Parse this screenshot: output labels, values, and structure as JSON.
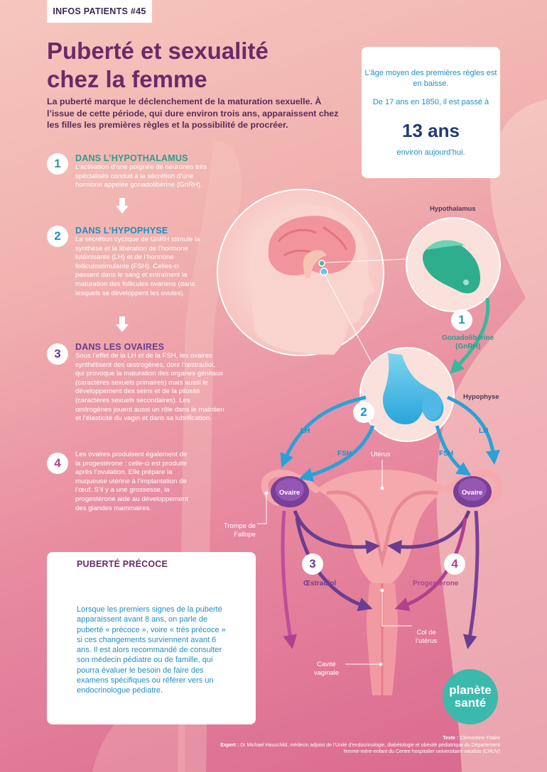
{
  "header": {
    "tag": "INFOS PATIENTS #45",
    "title_line1": "Puberté et sexualité",
    "title_line2": "chez la femme",
    "intro": "La puberté marque le déclenchement de la maturation sexuelle. À l’issue de cette période, qui dure environ trois ans, apparaissent chez les filles les premières règles et la possibilité de procréer."
  },
  "agebox": {
    "line1": "L’âge moyen des premières règles est en baisse.",
    "line2": "De 17 ans en 1850, il est passé à",
    "big": "13 ans",
    "line3": "environ aujourd’hui."
  },
  "steps": [
    {
      "num": "1",
      "title": "DANS L’HYPOTHALAMUS",
      "text": "L’activation d’une poignée de neurones très spécialisés conduit à la sécrétion d’une hormone appelée gonadolibérine (GnRH)."
    },
    {
      "num": "2",
      "title": "DANS L’HYPOPHYSE",
      "text": "La sécrétion cyclique de GnRH stimule la synthèse et la libération de l’hormone lutéinisante (LH) et de l’hormone folliculostimulante (FSH). Celles-ci passent dans le sang et entraînent la maturation des follicules ovariens (dans lesquels se développent les ovules)."
    },
    {
      "num": "3",
      "title": "DANS LES OVAIRES",
      "text": "Sous l’effet de la LH et de la FSH, les ovaires synthétisent des œstrogènes, dont l’œstradiol, qui provoque la maturation des organes génitaux (caractères sexuels primaires) mais aussi le développement des seins et de la pilosité (caractères sexuels secondaires). Les œstrogènes jouent aussi un rôle dans le maintien et l’élasticité du vagin et dans sa lubrification."
    },
    {
      "num": "4",
      "title": "",
      "text": "Les ovaires produisent également de la progestérone : celle-ci est produite après l’ovulation. Elle prépare la muqueuse utérine à l’implantation de l’œuf. S’il y a une grossesse, la progestérone aide au développement des glandes mammaires."
    }
  ],
  "precoce": {
    "title": "PUBERTÉ PRÉCOCE",
    "text": "Lorsque les premiers signes de la puberté apparaissent avant 8 ans, on parle de puberté « précoce », voire « très précoce » si ces changements surviennent avant 6 ans. Il est alors recommandé de consulter son médecin pédiatre ou de famille, qui pourra évaluer le besoin de faire des examens spécifiques ou référer vers un endocrinologue pédiatre."
  },
  "diagram": {
    "hypothalamus": "Hypothalamus",
    "gnrh_line1": "Gonadolibérine",
    "gnrh_line2": "(GnRH)",
    "hypophyse": "Hypophyse",
    "lh": "LH",
    "fsh": "FSH",
    "uterus": "Utérus",
    "ovaire": "Ovaire",
    "trompe_line1": "Trompe de",
    "trompe_line2": "Fallope",
    "oestradiol": "Œstradiol",
    "progesterone": "Progestérone",
    "col_line1": "Col de",
    "col_line2": "l’utérus",
    "cavite_line1": "Cavité",
    "cavite_line2": "vaginale",
    "num1": "1",
    "num2": "2",
    "num3": "3",
    "num4": "4"
  },
  "credits": {
    "texte_label": "Texte : ",
    "texte_name": "Clémentine Fitaire",
    "expert_label": "Expert : ",
    "expert_text": "Dr Michael Hauschild, médecin adjoint de l’Unité d’endocrinologie, diabétologie et obésité pédiatrique du Département femme-mère-enfant du Centre hospitalier universitaire vaudois (CHUV)"
  },
  "logo": {
    "line1": "planète",
    "line2": "santé"
  },
  "colors": {
    "teal": "#2a9d8f",
    "blue": "#1d8fc4",
    "purple": "#6a3d8f",
    "magenta": "#b0418f",
    "title": "#6b2a68"
  }
}
